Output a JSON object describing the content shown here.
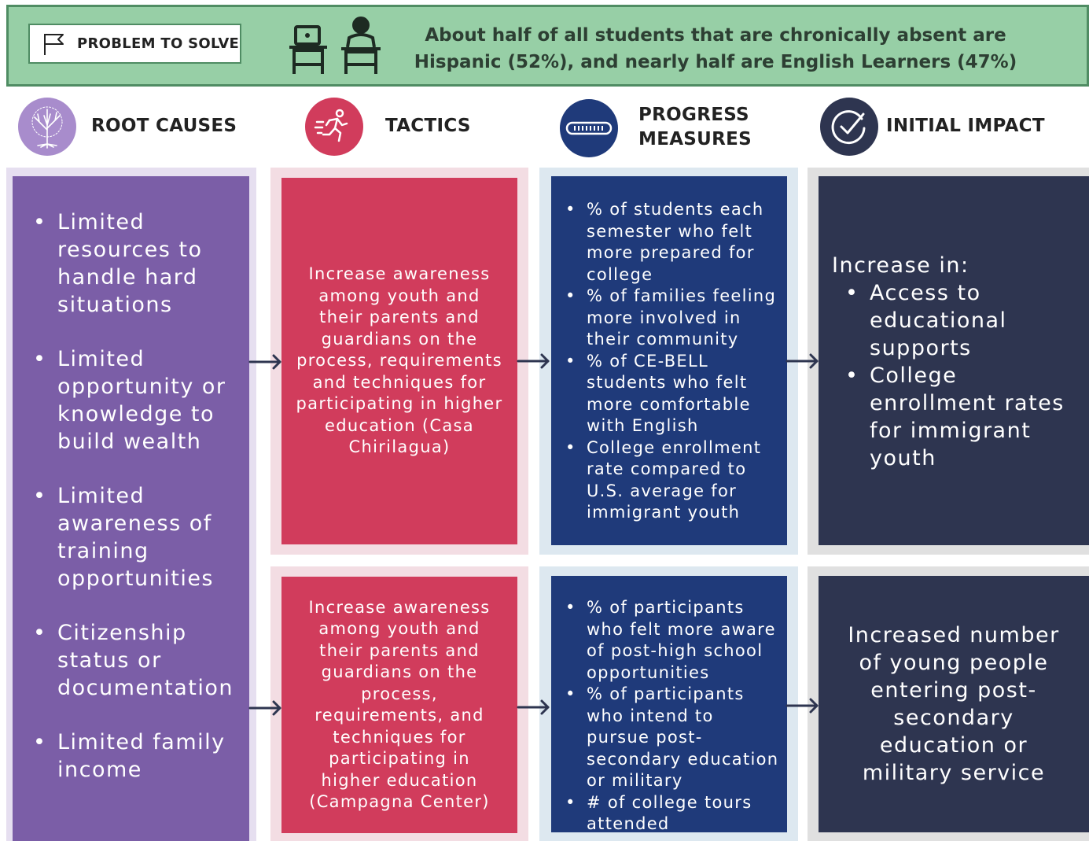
{
  "banner": {
    "problem_label": "PROBLEM TO SOLVE",
    "problem_line1": "About half of all students that are chronically absent are",
    "problem_line2": "Hispanic (52%), and nearly half are English Learners (47%)"
  },
  "headers": {
    "root_causes": "ROOT CAUSES",
    "tactics": "TACTICS",
    "progress_line1": "PROGRESS",
    "progress_line2": "MEASURES",
    "initial_impact": "INITIAL IMPACT"
  },
  "root_causes": {
    "items": [
      "Limited resources to handle hard situations",
      "Limited opportunity or knowledge to build wealth",
      "Limited awareness of training opportunities",
      "Citizenship status or documentation",
      "Limited family income"
    ]
  },
  "rows": [
    {
      "tactic": "Increase awareness among youth and their parents and guardians on the process, requirements and techniques for participating in higher education (Casa Chirilagua)",
      "measures": [
        "% of students each semester who felt more prepared for college",
        "% of families feeling more involved in their community",
        "% of CE-BELL students who felt more comfortable with English",
        "College enrollment rate compared to U.S. average for immigrant youth"
      ],
      "impact_heading": "Increase in:",
      "impact_items": [
        "Access to educational supports",
        "College enrollment rates for immigrant youth"
      ]
    },
    {
      "tactic": "Increase awareness among youth and their parents and guardians on the process, requirements, and techniques for participating in higher education (Campagna Center)",
      "measures": [
        "% of participants who felt more aware of post-high school opportunities",
        "% of participants who intend to pursue post-secondary education or military",
        "# of college tours attended"
      ],
      "impact_text": "Increased number of young people entering post-secondary education or military service"
    }
  ],
  "colors": {
    "banner_bg": "#97cfa6",
    "root_causes": "#7b5ea7",
    "tactics": "#d13c5c",
    "progress": "#1f3a7a",
    "impact": "#2e3550"
  },
  "icons": [
    "flag-icon",
    "student-desk-icon",
    "tree-icon",
    "runner-icon",
    "progress-bar-icon",
    "checkmark-icon",
    "arrow-right-icon"
  ]
}
